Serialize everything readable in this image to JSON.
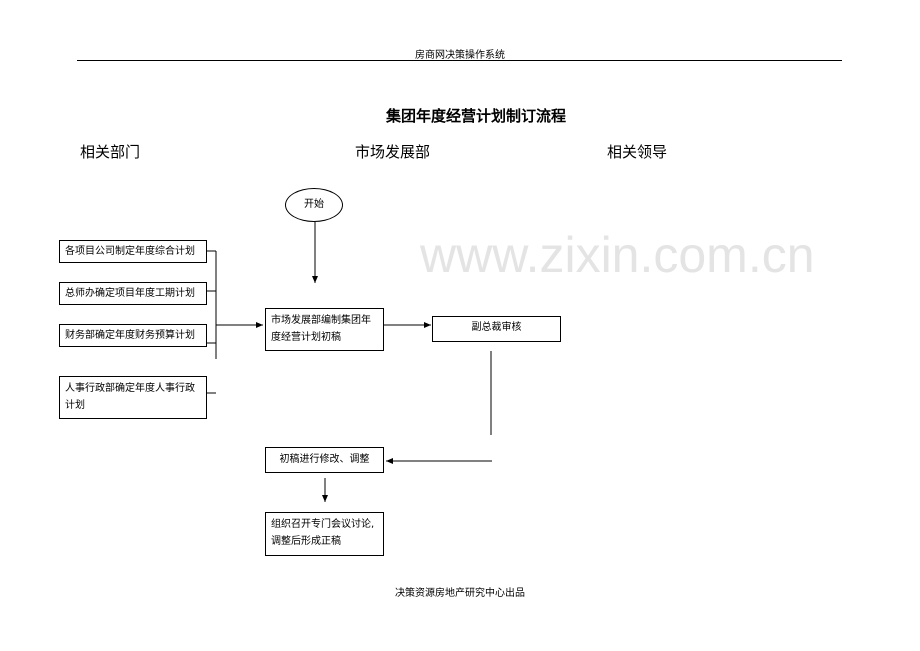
{
  "header": {
    "text": "房商网决策操作系统"
  },
  "title": "集团年度经营计划制订流程",
  "columns": [
    "相关部门",
    "市场发展部",
    "相关领导"
  ],
  "watermark": "www.zixin.com.cn",
  "nodes": {
    "start": "开始",
    "dept1": "各项目公司制定年度综合计划",
    "dept2": "总师办确定项目年度工期计划",
    "dept3": "财务部确定年度财务预算计划",
    "dept4": "人事行政部确定年度人事行政计划",
    "draft": "市场发展部编制集团年度经营计划初稿",
    "review": "副总裁审核",
    "revise": "初稿进行修改、调整",
    "final": "组织召开专门会议讨论,调整后形成正稿"
  },
  "footer": {
    "text": "决策资源房地产研究中心出品"
  }
}
